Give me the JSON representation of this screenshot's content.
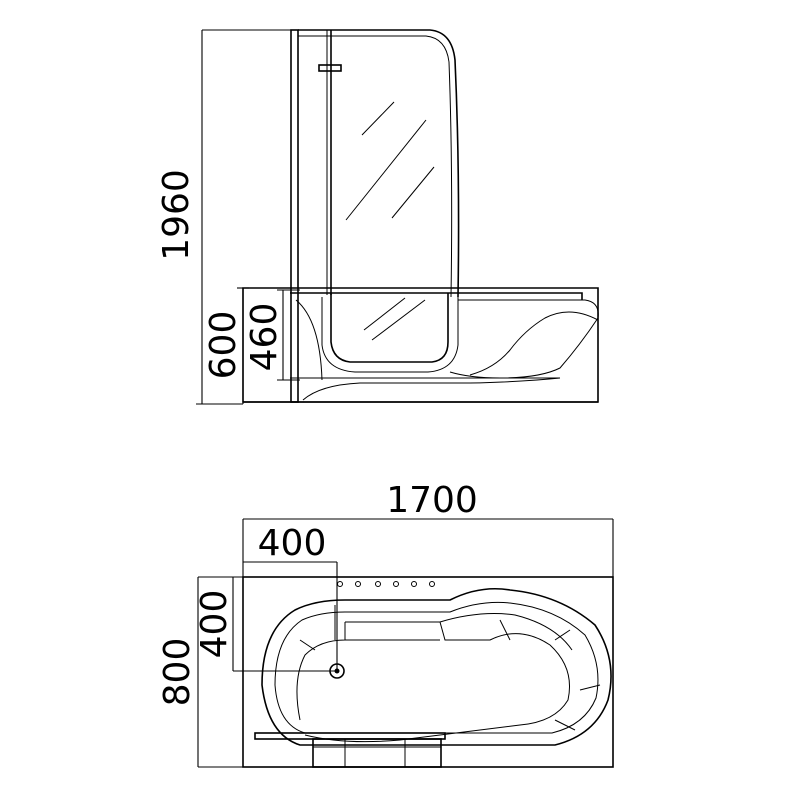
{
  "dimensions": {
    "total_height": "1960",
    "tub_height": "600",
    "door_sill_height": "460",
    "length": "1700",
    "drain_offset_x": "400",
    "drain_offset_y": "400",
    "width": "800"
  }
}
